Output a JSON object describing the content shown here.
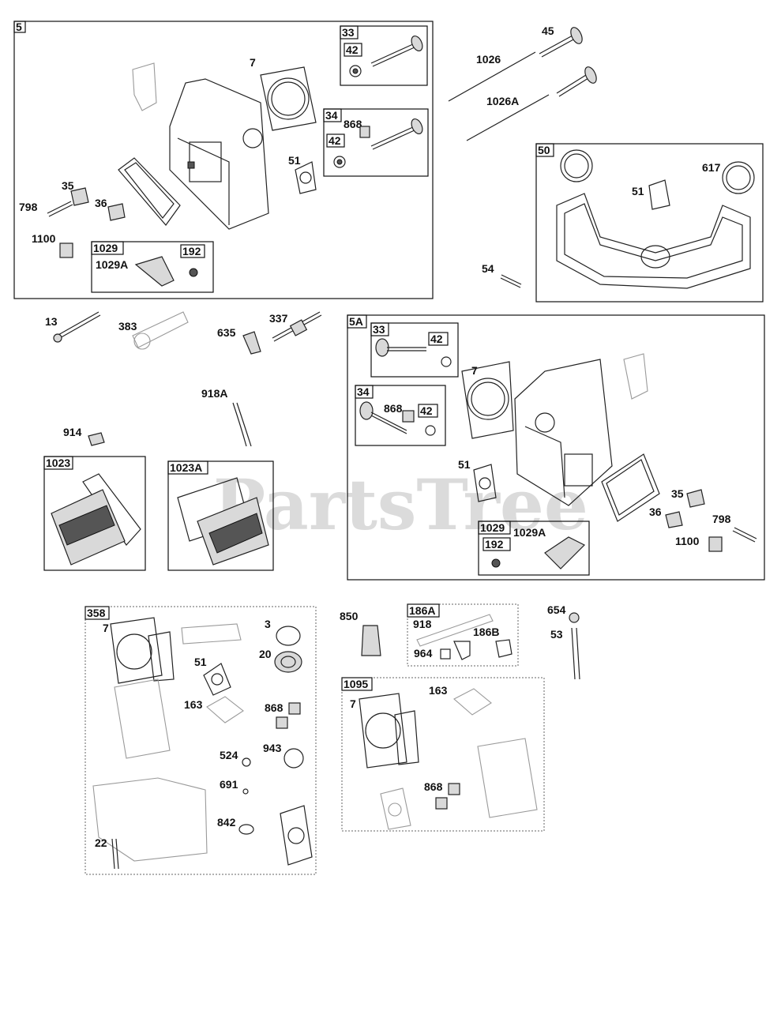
{
  "watermark": "PartsTree",
  "groups": {
    "g5": "5",
    "g33a": "33",
    "g42a": "42",
    "g34a": "34",
    "g42b": "42",
    "g1029a": "1029",
    "g192a": "192",
    "g50": "50",
    "g5A": "5A",
    "g33b": "33",
    "g42c": "42",
    "g34b": "34",
    "g42d": "42",
    "g1029b": "1029",
    "g192b": "192",
    "g1023": "1023",
    "g1023A": "1023A",
    "g358": "358",
    "g186A": "186A",
    "g1095": "1095"
  },
  "labels": {
    "p7a": "7",
    "p45": "45",
    "p1026": "1026",
    "p1026A": "1026A",
    "p868a": "868",
    "p51a": "51",
    "p35a": "35",
    "p798a": "798",
    "p36a": "36",
    "p1100a": "1100",
    "p1029Aa": "1029A",
    "p617": "617",
    "p51b": "51",
    "p54": "54",
    "p13": "13",
    "p383": "383",
    "p635": "635",
    "p337": "337",
    "p918A": "918A",
    "p914": "914",
    "p7b": "7",
    "p868b": "868",
    "p51c": "51",
    "p1029Ab": "1029A",
    "p35b": "35",
    "p36b": "36",
    "p798b": "798",
    "p1100b": "1100",
    "p7c": "7",
    "p3": "3",
    "p20": "20",
    "p51d": "51",
    "p163a": "163",
    "p868c": "868",
    "p524": "524",
    "p943": "943",
    "p691": "691",
    "p842": "842",
    "p22": "22",
    "p850": "850",
    "p918": "918",
    "p186B": "186B",
    "p964": "964",
    "p654": "654",
    "p53": "53",
    "p7d": "7",
    "p163b": "163",
    "p868d": "868"
  }
}
